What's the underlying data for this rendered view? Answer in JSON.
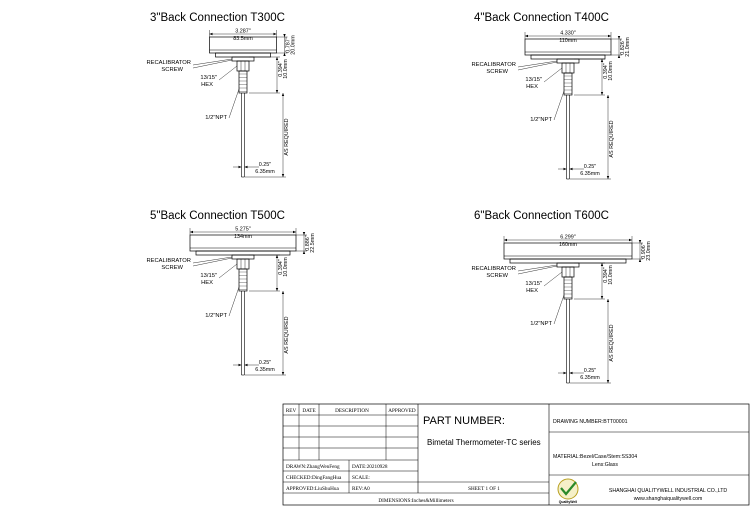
{
  "views": [
    {
      "title": "3\"Back Connection T300C",
      "dia_in": "3.287\"",
      "dia_mm": "83.5mm",
      "h_in": "0.787\"",
      "h_mm": "20.0mm",
      "depth_in": "0.394\"",
      "depth_mm": "10.0mm",
      "recal": "RECALIBRATOR",
      "screw": "SCREW",
      "hex1": "13/15\"",
      "hex2": "HEX",
      "npt": "1/2\"NPT",
      "asreq": "AS REQUIRED",
      "stem_in": "0.25\"",
      "stem_mm": "6.35mm"
    },
    {
      "title": "4\"Back Connection T400C",
      "dia_in": "4.330\"",
      "dia_mm": "110mm",
      "h_in": "0.826\"",
      "h_mm": "21.0mm",
      "depth_in": "0.394\"",
      "depth_mm": "10.0mm",
      "recal": "RECALIBRATOR",
      "screw": "SCREW",
      "hex1": "13/15\"",
      "hex2": "HEX",
      "npt": "1/2\"NPT",
      "asreq": "AS REQUIRED",
      "stem_in": "0.25\"",
      "stem_mm": "6.35mm"
    },
    {
      "title": "5\"Back Connection T500C",
      "dia_in": "5.275\"",
      "dia_mm": "134mm",
      "h_in": "0.886\"",
      "h_mm": "22.5mm",
      "depth_in": "0.394\"",
      "depth_mm": "10.0mm",
      "recal": "RECALIBRATOR",
      "screw": "SCREW",
      "hex1": "13/15\"",
      "hex2": "HEX",
      "npt": "1/2\"NPT",
      "asreq": "AS REQUIRED",
      "stem_in": "0.25\"",
      "stem_mm": "6.35mm"
    },
    {
      "title": "6\"Back Connection T600C",
      "dia_in": "6.299\"",
      "dia_mm": "160mm",
      "h_in": "0.906\"",
      "h_mm": "23.0mm",
      "depth_in": "0.394\"",
      "depth_mm": "10.0mm",
      "recal": "RECALIBRATOR",
      "screw": "SCREW",
      "hex1": "13/15\"",
      "hex2": "HEX",
      "npt": "1/2\"NPT",
      "asreq": "AS REQUIRED",
      "stem_in": "0.25\"",
      "stem_mm": "6.35mm"
    }
  ],
  "title_block": {
    "rev_headers": [
      "REV",
      "DATE",
      "DESCRIPTION",
      "APPROVED"
    ],
    "drawn": "DRAWN:ZhangWenFeng",
    "date": "DATE:20210928",
    "checked": "CHECKED:DingFangHua",
    "scale": "SCALE:",
    "approved": "APPROVED:LiuShuHua",
    "rev": "REV:A0",
    "sheet": "SHEET 1 OF 1",
    "dimensions": "DIMENSIONS:Inches&Millimeters",
    "part_number_label": "PART NUMBER:",
    "series": "Bimetal Thermometer-TC series",
    "drawing_number": "DRAWING NUMBER:BTT00001",
    "material": "MATERIAL:Bezel/Case/Stem:SS304",
    "lens": "Lens:Glass",
    "company": "SHANGHAI QUALITYWELL INDUSTRIAL CO.,LTD",
    "website": "www.shanghaiqualitywell.com",
    "logo_text": "QualityWell"
  }
}
